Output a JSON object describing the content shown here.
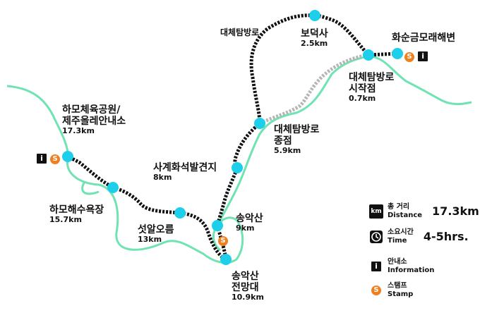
{
  "stops": {
    "boduksa": {
      "name": "보덕사",
      "dist": "2.5km"
    },
    "hwasun": {
      "name": "화순금모래해변"
    },
    "start": {
      "name_line1": "대체탐방로",
      "name_line2": "시작점",
      "dist": "0.7km"
    },
    "end": {
      "name_line1": "대체탐방로",
      "name_line2": "종점",
      "dist": "5.9km"
    },
    "sagye": {
      "name": "사계화석발견지",
      "dist": "8km"
    },
    "songak": {
      "name": "송악산",
      "dist": "9km"
    },
    "songak_view": {
      "name_line1": "송악산",
      "name_line2": "전망대",
      "dist": "10.9km"
    },
    "seodal": {
      "name": "섯알오름",
      "dist": "13km"
    },
    "hamo_beach": {
      "name": "하모해수욕장",
      "dist": "15.7km"
    },
    "hamo_park": {
      "name_line1": "하모체육공원/",
      "name_line2": "제주올레안내소",
      "dist": "17.3km"
    }
  },
  "route_label": "대체탐방로",
  "badges": {
    "info": "i",
    "stamp": "S"
  },
  "legend": {
    "distance": {
      "icon": "km",
      "ko": "총 거리",
      "en": "Distance",
      "value": "17.3km"
    },
    "time": {
      "icon": "clock-icon",
      "ko": "소요시간",
      "en": "Time",
      "value": "4-5hrs."
    },
    "info": {
      "ko": "안내소",
      "en": "Information"
    },
    "stamp": {
      "ko": "스탬프",
      "en": "Stamp"
    }
  },
  "colors": {
    "coast": "#6fe3b2",
    "route": "#111111",
    "alt_route": "#b5b5b5",
    "stop": "#1dcfea",
    "stamp": "#f07f1f"
  }
}
